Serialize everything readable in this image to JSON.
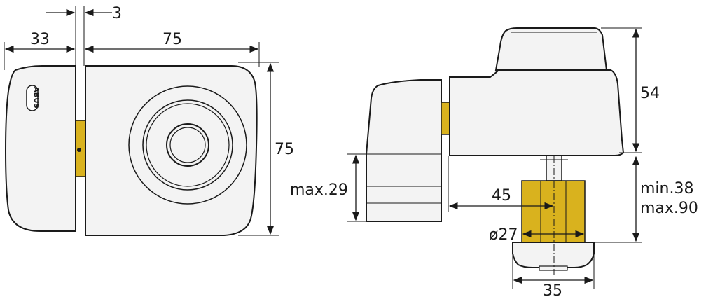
{
  "brand": {
    "logo_text": "ABUS"
  },
  "front_view": {
    "dim_width_left": "33",
    "dim_gap": "3",
    "dim_width_right": "75",
    "dim_height": "75"
  },
  "side_view": {
    "dim_keeper_height": "max.29",
    "dim_body_height": "54",
    "dim_cylinder_length_min": "min.38",
    "dim_cylinder_length_max": "max.90",
    "dim_depth": "45",
    "dim_cylinder_diameter": "ø27",
    "dim_rosette_width": "35"
  },
  "colors": {
    "housing": "#f3f3f3",
    "brass": "#d9b21e",
    "outline": "#1a1a1a"
  }
}
